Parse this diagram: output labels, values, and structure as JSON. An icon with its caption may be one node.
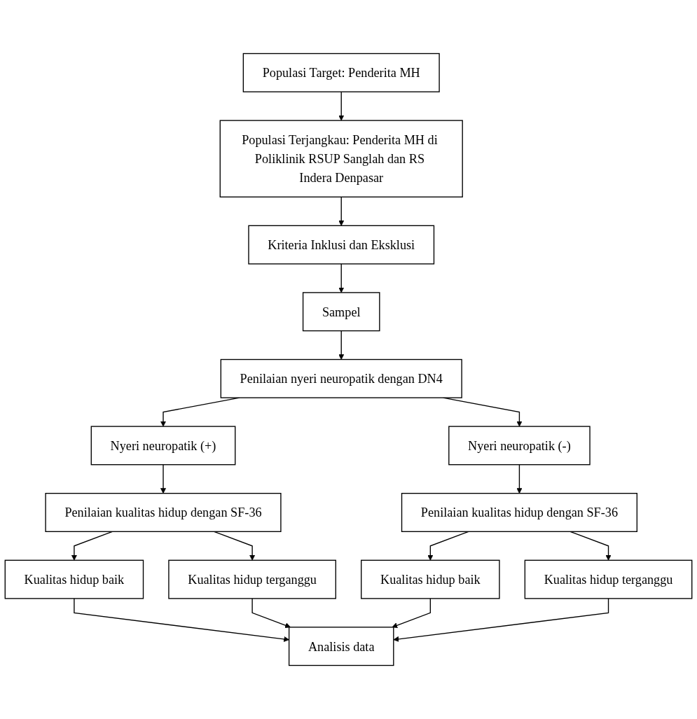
{
  "diagram": {
    "nodes": [
      {
        "text": [
          "Populasi Target: Penderita MH"
        ]
      },
      {
        "text": [
          "Populasi Terjangkau: Penderita MH di Poliklinik RSUP Sanglah dan RS Indera Denpasar"
        ]
      },
      {
        "text": [
          "Kriteria Inklusi dan Eksklusi"
        ]
      },
      {
        "text": [
          "Sampel"
        ]
      },
      {
        "text": [
          "Penilaian nyeri neuropatik dengan DN4"
        ]
      },
      {
        "text": [
          "Nyeri neuropatik (+)"
        ]
      },
      {
        "text": [
          "Nyeri neuropatik (-)"
        ]
      },
      {
        "text": [
          "Penilaian kualitas hidup dengan SF-36"
        ]
      },
      {
        "text": [
          "Penilaian kualitas hidup dengan SF-36"
        ]
      },
      {
        "text": [
          "Kualitas hidup baik"
        ]
      },
      {
        "text": [
          "Kualitas hidup terganggu"
        ]
      },
      {
        "text": [
          "Kualitas hidup baik"
        ]
      },
      {
        "text": [
          "Kualitas hidup terganggu"
        ]
      },
      {
        "text": [
          "Analisis data"
        ]
      }
    ],
    "edges": [
      {
        "from": 0,
        "to": 1,
        "arrow": "to"
      },
      {
        "from": 1,
        "to": 2,
        "arrow": "to"
      },
      {
        "from": 2,
        "to": 3,
        "arrow": "to"
      },
      {
        "from": 3,
        "to": 4,
        "arrow": "to"
      },
      {
        "from": 4,
        "to": 5,
        "arrow": "to"
      },
      {
        "from": 4,
        "to": 6,
        "arrow": "to"
      },
      {
        "from": 5,
        "to": 7,
        "arrow": "to"
      },
      {
        "from": 6,
        "to": 8,
        "arrow": "to"
      },
      {
        "from": 7,
        "to": 9,
        "arrow": "to"
      },
      {
        "from": 7,
        "to": 10,
        "arrow": "to"
      },
      {
        "from": 8,
        "to": 11,
        "arrow": "to"
      },
      {
        "from": 8,
        "to": 12,
        "arrow": "to"
      },
      {
        "from": 9,
        "to": 13,
        "arrow": "to"
      },
      {
        "from": 10,
        "to": 13,
        "arrow": "to"
      },
      {
        "from": 11,
        "to": 13,
        "arrow": "to"
      },
      {
        "from": 12,
        "to": 13,
        "arrow": "to"
      }
    ]
  }
}
